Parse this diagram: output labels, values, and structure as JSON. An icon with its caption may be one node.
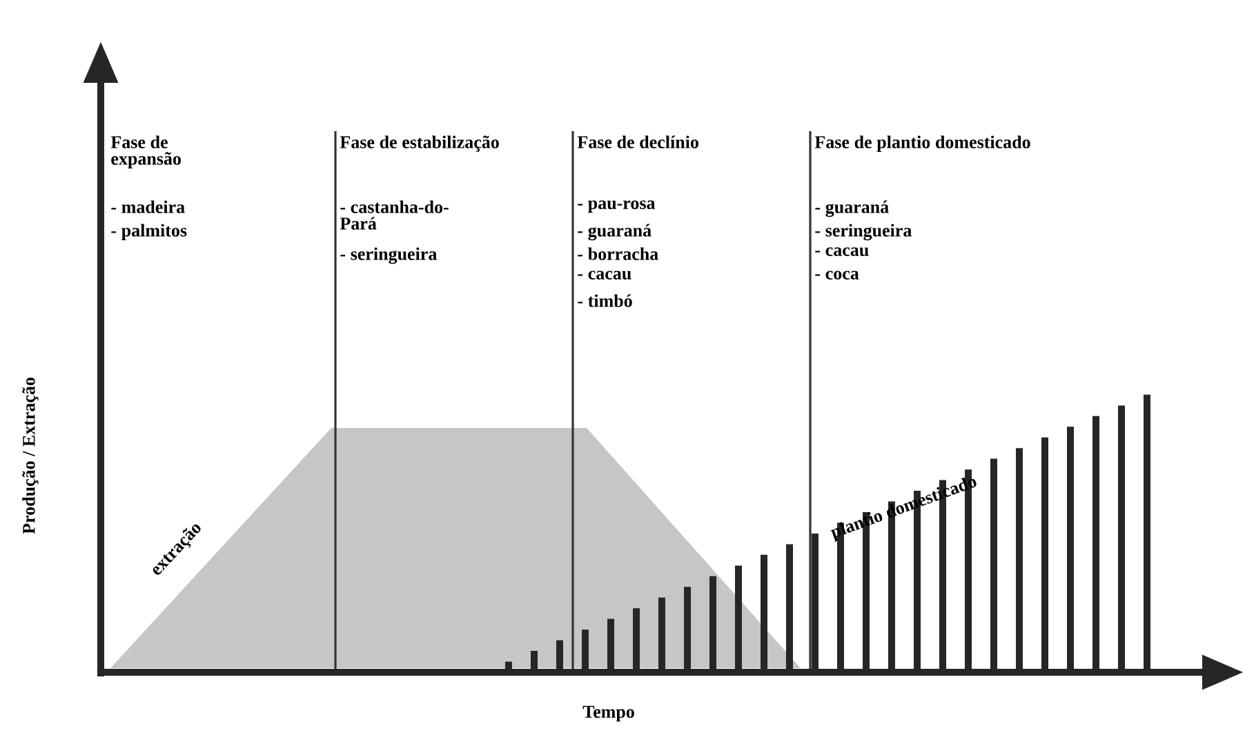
{
  "diagram": {
    "labels": [
      "Fase de expansão",
      "- madeira",
      "- palmitos",
      "Fase de estabilização",
      "- castanha-do-Pará",
      "- seringueira",
      "Fase de declínio",
      "- pau-rosa",
      "- guaraná",
      "- borracha",
      "- cacau",
      "- timbó",
      "Fase de plantio domesticado",
      "- guaraná",
      "- seringueira",
      "- cacau",
      "- coca",
      "Produção / Extração",
      "extração",
      "plantio domesticado",
      "Tempo"
    ]
  }
}
